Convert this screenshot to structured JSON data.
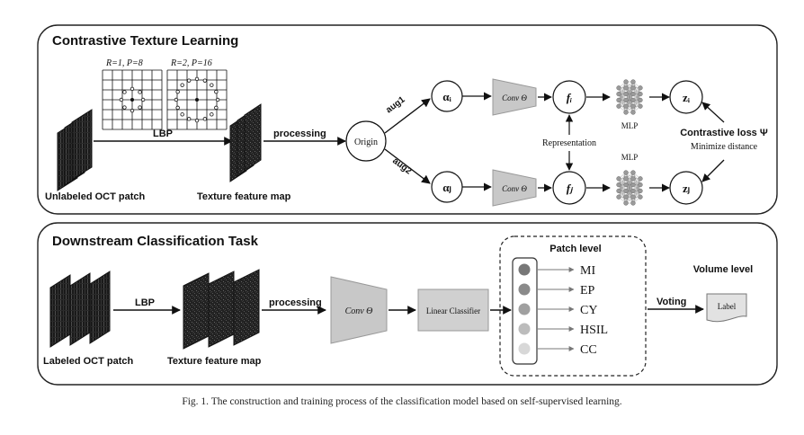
{
  "top_panel": {
    "title": "Contrastive Texture Learning",
    "lbp_grid_1_label": "R=1, P=8",
    "lbp_grid_2_label": "R=2, P=16",
    "input_label": "Unlabeled OCT patch",
    "lbp_label": "LBP",
    "feature_map_label": "Texture feature map",
    "processing_label": "processing",
    "origin_label": "Origin",
    "aug1_label": "aug1",
    "aug2_label": "aug2",
    "alpha_i": "αᵢ",
    "alpha_j": "αⱼ",
    "conv_label": "Conv Θ",
    "f_i": "fᵢ",
    "f_j": "fⱼ",
    "representation_label": "Representation",
    "mlp_label": "MLP",
    "z_i": "zᵢ",
    "z_j": "zⱼ",
    "loss_label": "Contrastive loss Ψ",
    "loss_sub": "Minimize distance"
  },
  "bottom_panel": {
    "title": "Downstream Classification Task",
    "input_label": "Labeled OCT patch",
    "lbp_label": "LBP",
    "feature_map_label": "Texture feature map",
    "processing_label": "processing",
    "conv_label": "Conv Θ",
    "classifier_label": "Linear Classifier",
    "patch_level_label": "Patch level",
    "classes": [
      "MI",
      "EP",
      "CY",
      "HSIL",
      "CC"
    ],
    "class_colors": [
      "#777777",
      "#8a8a8a",
      "#a0a0a0",
      "#bcbcbc",
      "#d8d8d8"
    ],
    "voting_label": "Voting",
    "volume_level_label": "Volume level",
    "output_label": "Label"
  },
  "caption": "Fig. 1.   The construction and training process of the classification model based on self-supervised learning."
}
